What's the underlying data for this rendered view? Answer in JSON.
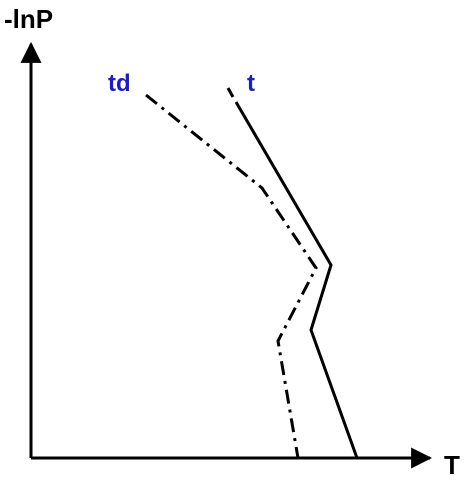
{
  "diagram": {
    "y_axis_label": "-lnP",
    "x_axis_label": "T",
    "curves": [
      {
        "label": "t",
        "style": "solid",
        "color": "#000000"
      },
      {
        "label": "td",
        "style": "dash-dot",
        "color": "#000000"
      }
    ],
    "label_color": "#1f1fb4",
    "axis_color": "#000000"
  }
}
